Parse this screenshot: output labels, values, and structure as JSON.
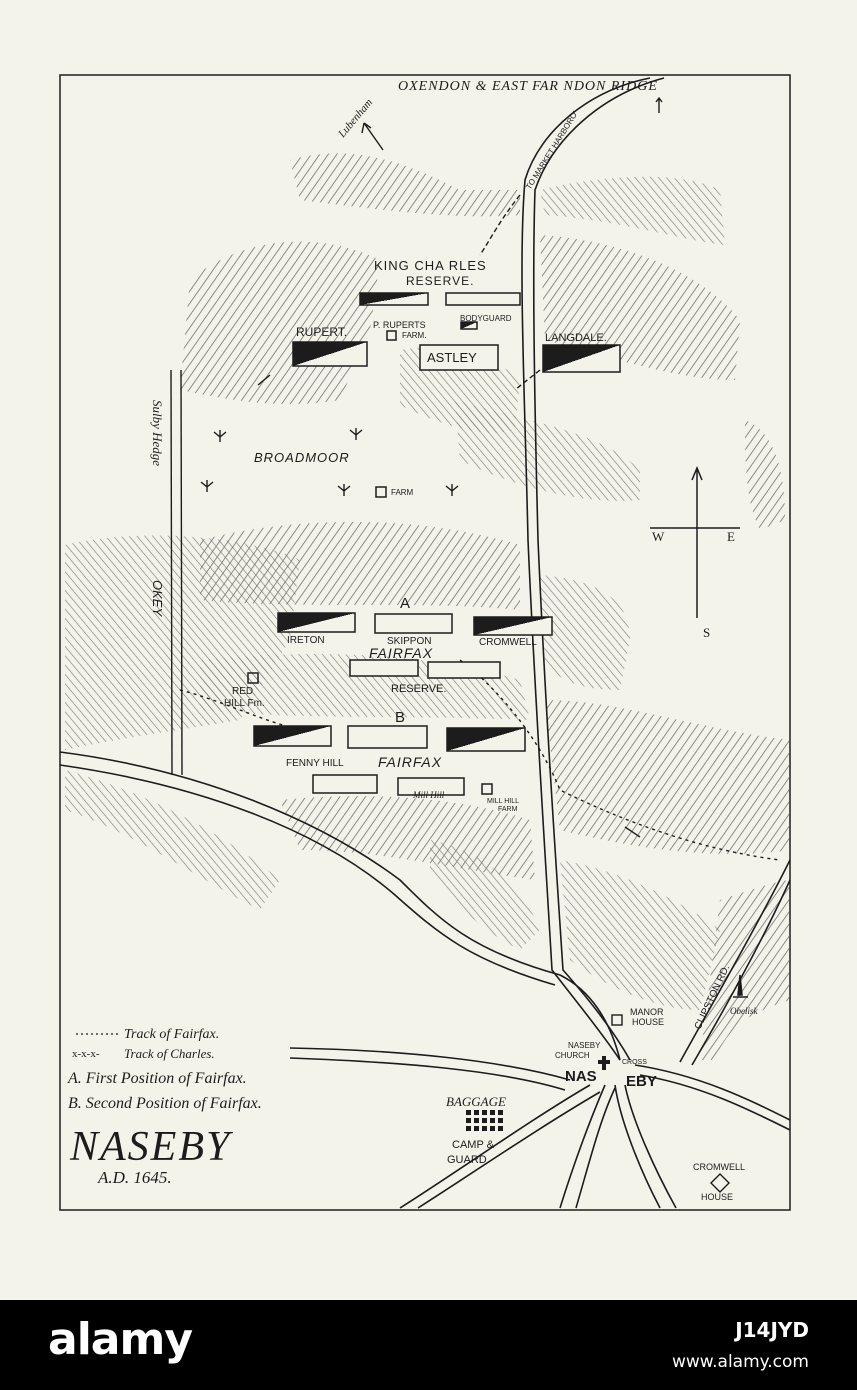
{
  "map": {
    "title": "NASEBY",
    "date": "A.D. 1645.",
    "labels": {
      "top_road": "OXENDON & EAST FAR  NDON RIDGE",
      "market_harboro": "TO MARKET HARBORO'",
      "lubenham": "Lubenham",
      "king_charles_reserve_1": "KING CHA  RLES",
      "king_charles_reserve_2": "RESERVE.",
      "rupert": "RUPERT.",
      "p_ruperts_farm_1": "P. RUPERTS",
      "p_ruperts_farm_2": "FARM.",
      "bodyguard": "BODYGUARD",
      "astley": "ASTLEY",
      "langdale": "LANGDALE.",
      "broadmoor": "BROADMOOR",
      "farm": "FARM",
      "sulby_hedge": "Sulby Hedge",
      "okey": "OKEY",
      "pos_a": "A",
      "ireton": "IRETON",
      "skippon": "SKIPPON",
      "cromwell": "CROMWELL",
      "fairfax_a": "FAIRFAX",
      "reserve": "RESERVE.",
      "red_hill_1": "RED",
      "red_hill_2": "HILL Fm.",
      "pos_b": "B",
      "fenny_hill": "FENNY HILL",
      "fairfax_b": "FAIRFAX",
      "mill_hill": "Mill Hill",
      "mill_hill_farm_1": "MILL HILL",
      "mill_hill_farm_2": "FARM",
      "manor_house_1": "MANOR",
      "manor_house_2": "HOUSE",
      "clipston_rd": "CLIPSTON RD.",
      "obelisk": "Obelisk",
      "naseby_church_1": "NASEBY",
      "naseby_church_2": "CHURCH",
      "cross": "CROSS",
      "nas": "NAS",
      "eby": "EBY",
      "baggage": "BAGGAGE",
      "camp_guard_1": "CAMP &",
      "camp_guard_2": "GUARD",
      "cromwell_house_1": "CROMWELL",
      "cromwell_house_2": "HOUSE"
    },
    "compass": {
      "west": "W",
      "east": "E",
      "south": "S"
    },
    "legend": {
      "fairfax_track": "Track of Fairfax.",
      "charles_track": "Track of Charles.",
      "first_position": "A. First Position of Fairfax.",
      "second_position": "B. Second Position of Fairfax."
    },
    "colors": {
      "ink": "#1c1c1c",
      "paper": "#f4f3ea",
      "hatch": "#5a5a5a"
    }
  },
  "footer": {
    "logo": "alamy",
    "image_id": "J14JYD",
    "url": "www.alamy.com"
  }
}
